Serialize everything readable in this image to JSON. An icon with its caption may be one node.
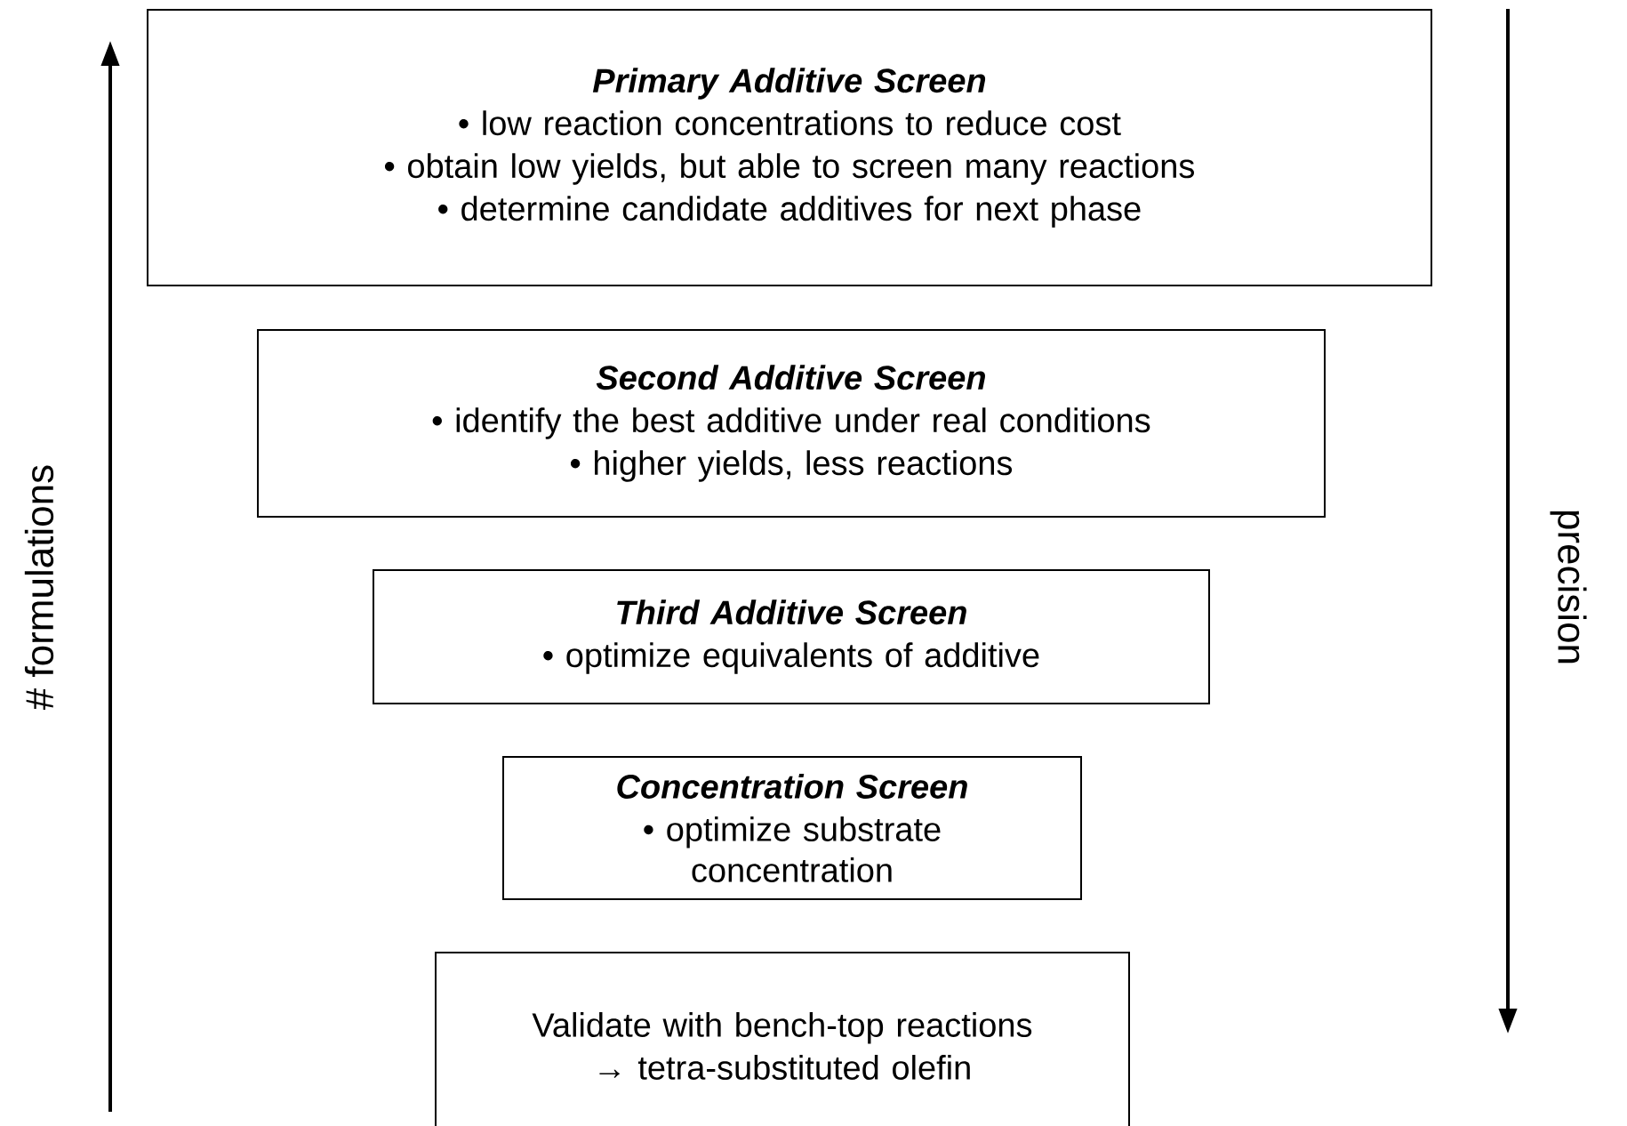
{
  "diagram": {
    "nodes": [
      {
        "text": [
          "Primary Additive Screen",
          "• low reaction concentrations to reduce cost",
          "• obtain low yields, but able to screen many reactions",
          "• determine candidate additives for next phase"
        ]
      },
      {
        "text": [
          "Second Additive Screen",
          "• identify the best additive under real conditions",
          "• higher yields, less reactions"
        ]
      },
      {
        "text": [
          "Third Additive Screen",
          "• optimize equivalents of additive"
        ]
      },
      {
        "text": [
          "Concentration Screen",
          "• optimize substrate concentration"
        ]
      },
      {
        "text": [
          "Validate with bench-top reactions",
          "→ tetra-substituted olefin"
        ]
      }
    ],
    "labels": [
      "# formulations",
      "precision"
    ]
  }
}
